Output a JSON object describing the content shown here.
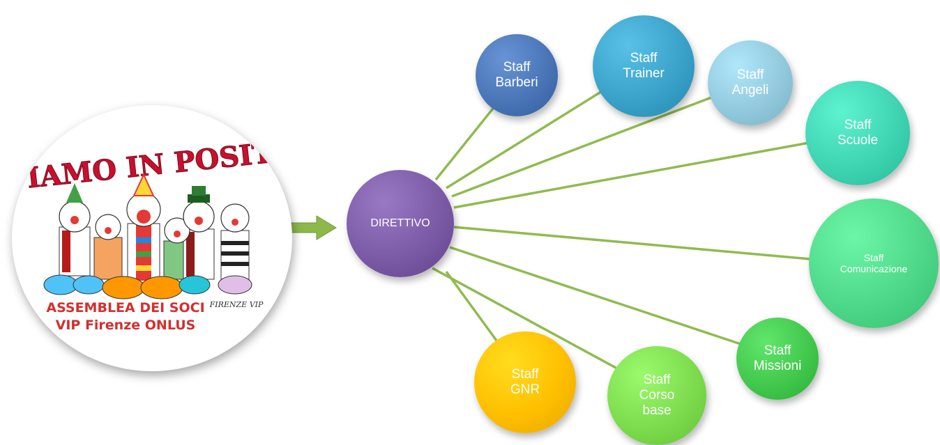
{
  "logo": {
    "headline": "VIVIAMO IN POSITIVO",
    "caption_line1": "ASSEMBLEA DEI SOCI",
    "caption_line2": "VIP Firenze ONLUS",
    "signature": "FIRENZE VIP"
  },
  "center": {
    "label": "DIRETTIVO",
    "color": "#7B5BA6"
  },
  "staff": [
    {
      "key": "barberi",
      "label": "Staff\nBarberi",
      "color": "#4A76B7"
    },
    {
      "key": "trainer",
      "label": "Staff\nTrainer",
      "color": "#3BA2C9"
    },
    {
      "key": "angeli",
      "label": "Staff\nAngeli",
      "color": "#93C9DD"
    },
    {
      "key": "scuole",
      "label": "Staff\nScuole",
      "color": "#3FD4B2"
    },
    {
      "key": "comunicazione",
      "label": "Staff\nComunicazione",
      "color": "#4ED889"
    },
    {
      "key": "missioni",
      "label": "Staff\nMissioni",
      "color": "#43C84E"
    },
    {
      "key": "corso",
      "label": "Staff\nCorso\nbase",
      "color": "#7DDC4E"
    },
    {
      "key": "gnr",
      "label": "Staff\nGNR",
      "color": "#FFBF00"
    }
  ],
  "colors": {
    "connector": "#8FBB4F",
    "arrow": "#8DB84C"
  }
}
